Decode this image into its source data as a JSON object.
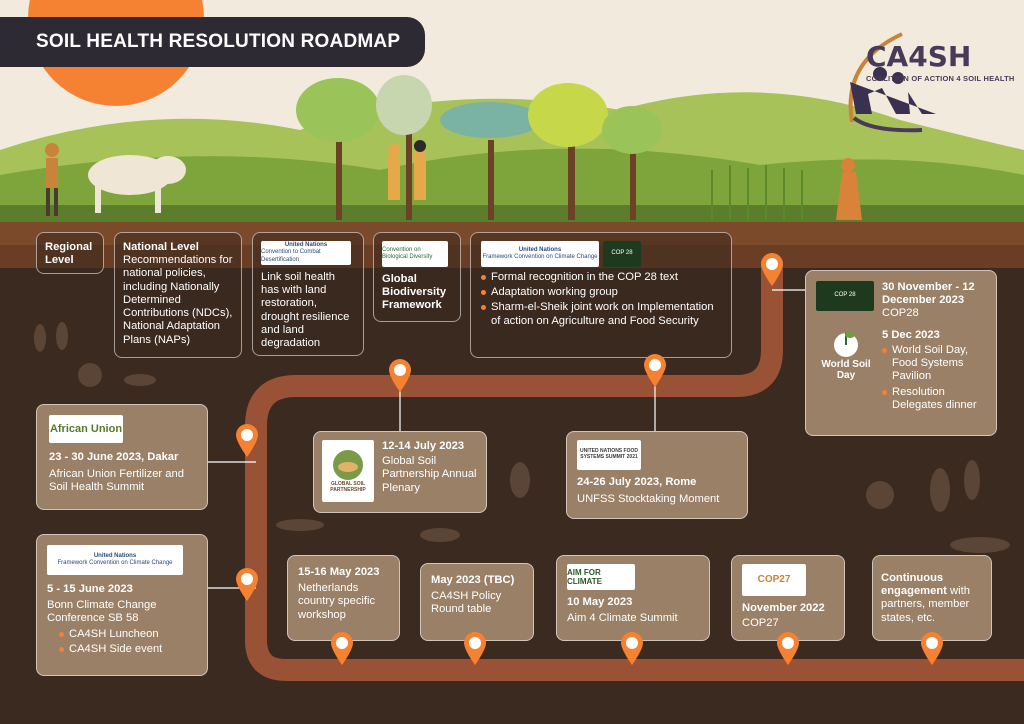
{
  "title": "SOIL HEALTH RESOLUTION ROADMAP",
  "logo": {
    "name": "CA4SH",
    "subtitle": "COALITION OF ACTION 4 SOIL HEALTH"
  },
  "colors": {
    "accent_orange": "#F58232",
    "title_bar": "#2E2A33",
    "road": "#9A5236",
    "soil": "#3A2A20",
    "sky": "#F2EBDD",
    "hill_green": "#7EA43C"
  },
  "top_boxes": {
    "regional": {
      "label": "Regional Level"
    },
    "national": {
      "title": "National Level",
      "text": "Recommendations for national policies, including Nationally Determined Contributions (NDCs), National Adaptation Plans (NAPs)"
    },
    "unccd": {
      "logo_line1": "United Nations",
      "logo_line2": "Convention to Combat Desertification",
      "text": "Link soil health has with land restoration, drought resilience and land degradation"
    },
    "cbd": {
      "logo_text": "Convention on Biological Diversity",
      "title": "Global Biodiversity Framework"
    },
    "unfccc": {
      "logo_line1": "United Nations",
      "logo_line2": "Framework Convention on Climate Change",
      "cop_logo": "COP 28",
      "bullets": [
        "Formal recognition in the COP 28 text",
        "Adaptation working group",
        "Sharm-el-Sheik joint work on Implementation of action on Agriculture and Food Security"
      ]
    }
  },
  "cop28": {
    "logo": "COP 28",
    "date": "30 November - 12 December 2023",
    "name": "COP28",
    "date2": "5 Dec 2023",
    "world_soil_day_logo": "World Soil Day",
    "bullets": [
      "World Soil Day, Food Systems Pavilion",
      "Resolution Delegates dinner"
    ]
  },
  "au": {
    "logo": "African Union",
    "date": "23 - 30 June 2023, Dakar",
    "text": "African Union Fertilizer and Soil Health Summit"
  },
  "gsp": {
    "logo": "GLOBAL SOIL PARTNERSHIP",
    "date": "12-14 July 2023",
    "text": "Global Soil Partnership Annual Plenary"
  },
  "unfss": {
    "logo": "UNITED NATIONS FOOD SYSTEMS SUMMIT 2021",
    "date": "24-26 July 2023, Rome",
    "text": "UNFSS Stocktaking Moment"
  },
  "bonn": {
    "logo_line1": "United Nations",
    "logo_line2": "Framework Convention on Climate Change",
    "date": "5 - 15 June 2023",
    "text": "Bonn Climate Change Conference SB 58",
    "bullets": [
      "CA4SH Luncheon",
      "CA4SH Side event"
    ]
  },
  "netherlands": {
    "date": "15-16 May 2023",
    "text": "Netherlands country specific workshop"
  },
  "policy": {
    "date": "May 2023 (TBC)",
    "text": "CA4SH Policy Round table"
  },
  "aim": {
    "logo": "AIM FOR CLIMATE",
    "date": "10 May 2023",
    "text": "Aim 4 Climate Summit"
  },
  "cop27": {
    "logo": "COP27",
    "date": "November 2022",
    "text": "COP27"
  },
  "continuous": {
    "bold": "Continuous engagement",
    "text": "with partners, member states, etc."
  }
}
